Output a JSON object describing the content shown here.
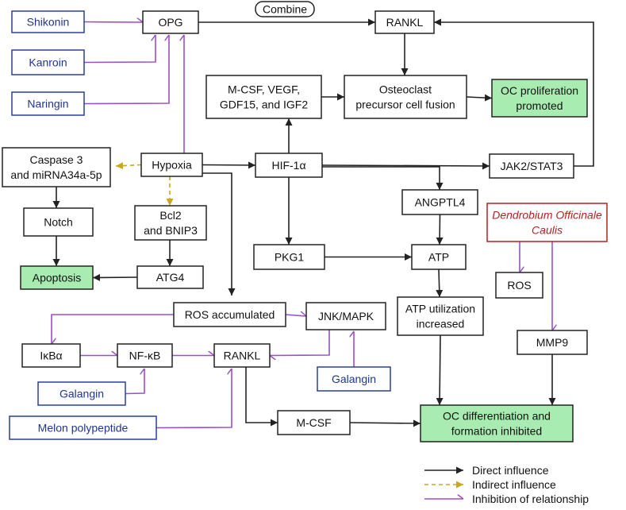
{
  "colors": {
    "direct": "#222222",
    "indirect": "#c8a81e",
    "inhibit": "#9a4fc8",
    "herb_border": "#2b3f9a",
    "herb_text": "#1f3590",
    "red_border": "#b22222",
    "red_text": "#b22222",
    "green_fill": "#a8ecb2",
    "box_border": "#222222"
  },
  "nodes": {
    "shikonin": "Shikonin",
    "kanroin": "Kanroin",
    "naringin": "Naringin",
    "opg": "OPG",
    "combine": "Combine",
    "rankl_top": "RANKL",
    "mcsf_vegf": [
      "M-CSF, VEGF,",
      "GDF15, and IGF2"
    ],
    "fusion": [
      "Osteoclast",
      "precursor cell fusion"
    ],
    "oc_prolif": [
      "OC proliferation",
      "promoted"
    ],
    "caspase": [
      "Caspase 3",
      "and miRNA34a-5p"
    ],
    "hypoxia": "Hypoxia",
    "hif": "HIF-1α",
    "jak": "JAK2/STAT3",
    "notch": "Notch",
    "bcl2": [
      "Bcl2",
      "and BNIP3"
    ],
    "angptl4": "ANGPTL4",
    "dendrobium": [
      "Dendrobium Officinale",
      "Caulis"
    ],
    "pkg1": "PKG1",
    "atp": "ATP",
    "apoptosis": "Apoptosis",
    "atg4": "ATG4",
    "ros_small": "ROS",
    "ros_acc": "ROS accumulated",
    "jnk": "JNK/MAPK",
    "atp_util": [
      "ATP utilization",
      "increased"
    ],
    "ikba": "IκBα",
    "nfkb": "NF-κB",
    "rankl_mid": "RANKL",
    "mmp9": "MMP9",
    "galangin_left": "Galangin",
    "galangin_right": "Galangin",
    "mcsf": "M-CSF",
    "melon": "Melon polypeptide",
    "oc_diff": [
      "OC differentiation and",
      "formation inhibited"
    ]
  },
  "legend": {
    "direct": "Direct influence",
    "indirect": "Indirect influence",
    "inhibit": "Inhibition of relationship"
  }
}
